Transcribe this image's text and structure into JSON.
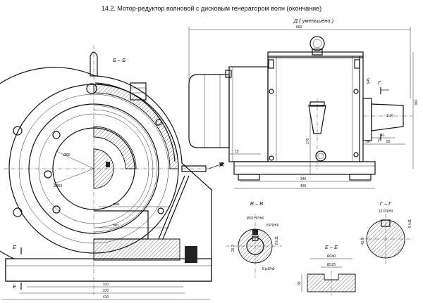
{
  "title": "14.2. Мотор-редуктор  волновой с дисковым генератором волн (окончание)",
  "views": {
    "side_section": "Б – Б",
    "front_view": "Д ( уменьшено )",
    "section_v": "В – В",
    "section_e": "Е – Е",
    "section_g": "Г – Г"
  },
  "markers": {
    "d_arrow": "Д",
    "g_top": "Г",
    "g_bottom": "Г",
    "e_top": "Е",
    "e_bottom": "Е"
  },
  "dims": {
    "overall_length": "660",
    "base_width_front": "340",
    "base_length_front": "436",
    "height_front": "360",
    "height_axis": "170",
    "d15": "15",
    "shaft_len": "82",
    "d_30": "30",
    "d_41": "41",
    "d_110": "1:10",
    "d_s45": "S45",
    "d_m90": "Ø90",
    "d_360": "Ø360",
    "max_label": "max",
    "min_label": "min",
    "side_base_inner": "310",
    "side_base": "370",
    "side_total": "410",
    "v_bore": "Ø32 H7/h6",
    "v_key_top": "8 P9/h9",
    "v_depth": "26,3",
    "v_bottom": "8 js9/h9",
    "v_right": "8 h11",
    "e_top": "Ø240",
    "e_inner": "Ø125",
    "e_height": "30",
    "g_key": "12 P9/h9",
    "g_dia": "43,5",
    "g_right": "5 h11"
  }
}
